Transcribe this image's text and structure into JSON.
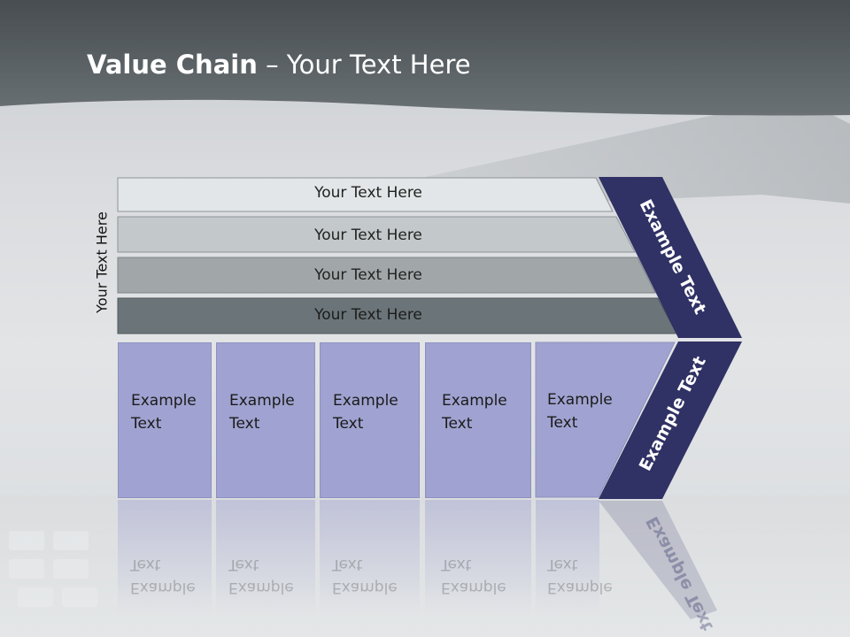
{
  "title": {
    "bold": "Value Chain",
    "rest": " – Your Text Here"
  },
  "side_label": "Your Text Here",
  "bars": [
    {
      "label": "Your Text Here"
    },
    {
      "label": "Your Text Here"
    },
    {
      "label": "Your Text Here"
    },
    {
      "label": "Your Text Here"
    }
  ],
  "boxes": [
    {
      "line1": "Example",
      "line2": "Text"
    },
    {
      "line1": "Example",
      "line2": "Text"
    },
    {
      "line1": "Example",
      "line2": "Text"
    },
    {
      "line1": "Example",
      "line2": "Text"
    },
    {
      "line1": "Example",
      "line2": "Text"
    }
  ],
  "chevron": {
    "upper": "Example Text",
    "lower": "Example Text"
  },
  "colors": {
    "header": "#5d6469",
    "chevron": "#303265",
    "box": "#a0a3d1",
    "bar1": "#e3e6e8",
    "bar2": "#c3c8ca",
    "bar3": "#a1a7a9",
    "bar4": "#6b7579"
  }
}
